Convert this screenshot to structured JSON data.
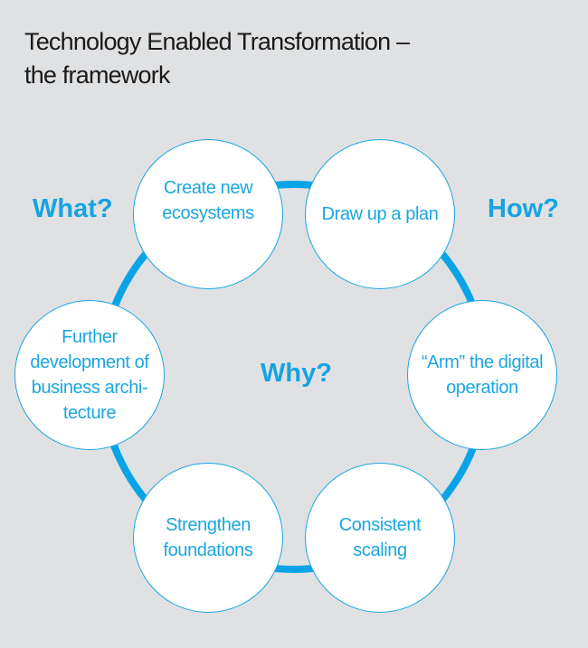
{
  "title": {
    "line1": "Technology Enabled Transformation –",
    "line2": "the framework"
  },
  "questions": {
    "what": "What?",
    "how": "How?",
    "why": "Why?"
  },
  "nodes": [
    {
      "label": "Create new\necosystems"
    },
    {
      "label": "Draw up a  plan"
    },
    {
      "label": "“Arm” the digital\noperation"
    },
    {
      "label": "Consistent\nscaling"
    },
    {
      "label": "Strengthen\nfoundations"
    },
    {
      "label": "Further\ndevelopment of\nbusiness archi-\ntecture"
    }
  ],
  "colors": {
    "accent": "#1ba6e0",
    "background": "#e0e1e3",
    "title": "#1a1a1a"
  }
}
